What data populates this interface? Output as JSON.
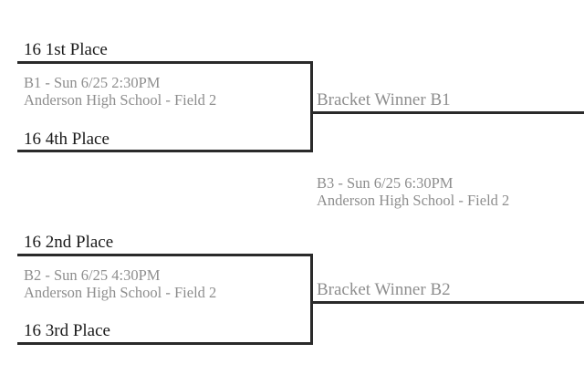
{
  "round1": [
    {
      "top_team": "16 1st Place",
      "bottom_team": "16 4th Place",
      "game": "B1 - Sun 6/25 2:30PM",
      "venue": "Anderson High School - Field 2",
      "advance": "Bracket Winner B1"
    },
    {
      "top_team": "16 2nd Place",
      "bottom_team": "16 3rd Place",
      "game": "B2 - Sun 6/25 4:30PM",
      "venue": "Anderson High School - Field 2",
      "advance": "Bracket Winner B2"
    }
  ],
  "round2": {
    "game": "B3 - Sun 6/25 6:30PM",
    "venue": "Anderson High School - Field 2"
  },
  "colors": {
    "line": "#2a2a2a",
    "team_text": "#1a1a1a",
    "info_text": "#8e8e8e"
  }
}
